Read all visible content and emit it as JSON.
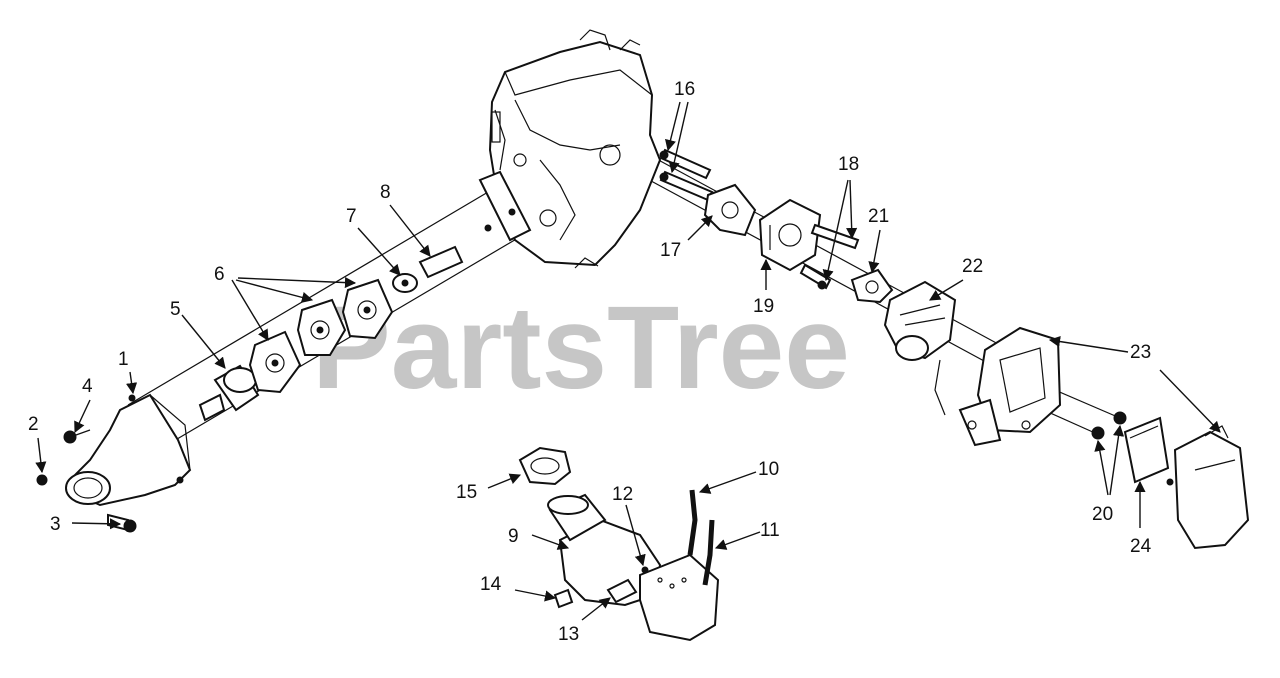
{
  "watermark": "PartsTree",
  "callouts": [
    {
      "id": "1",
      "label": "1"
    },
    {
      "id": "2",
      "label": "2"
    },
    {
      "id": "3",
      "label": "3"
    },
    {
      "id": "4",
      "label": "4"
    },
    {
      "id": "5",
      "label": "5"
    },
    {
      "id": "6",
      "label": "6"
    },
    {
      "id": "7",
      "label": "7"
    },
    {
      "id": "8",
      "label": "8"
    },
    {
      "id": "9",
      "label": "9"
    },
    {
      "id": "10",
      "label": "10"
    },
    {
      "id": "11",
      "label": "11"
    },
    {
      "id": "12",
      "label": "12"
    },
    {
      "id": "13",
      "label": "13"
    },
    {
      "id": "14",
      "label": "14"
    },
    {
      "id": "15",
      "label": "15"
    },
    {
      "id": "16",
      "label": "16"
    },
    {
      "id": "17",
      "label": "17"
    },
    {
      "id": "18",
      "label": "18"
    },
    {
      "id": "19",
      "label": "19"
    },
    {
      "id": "20",
      "label": "20"
    },
    {
      "id": "21",
      "label": "21"
    },
    {
      "id": "22",
      "label": "22"
    },
    {
      "id": "23",
      "label": "23"
    },
    {
      "id": "24",
      "label": "24"
    }
  ]
}
